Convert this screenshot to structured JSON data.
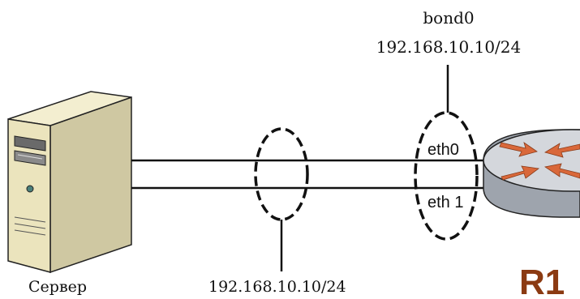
{
  "diagram": {
    "bond": {
      "name": "bond0",
      "address": "192.168.10.10/24"
    },
    "server": {
      "label": "Сервер"
    },
    "link_address": "192.168.10.10/24",
    "interfaces": [
      {
        "name": "eth0"
      },
      {
        "name": "eth 1"
      }
    ],
    "router": {
      "label": "R1"
    },
    "colors": {
      "line": "#111111",
      "router_label": "#8b3a12",
      "router_arrows": "#d9683a",
      "router_top": "#d4d7dc",
      "router_side": "#9ea4ad",
      "server_face": "#efe9c4",
      "server_side": "#cfc8a2"
    }
  }
}
